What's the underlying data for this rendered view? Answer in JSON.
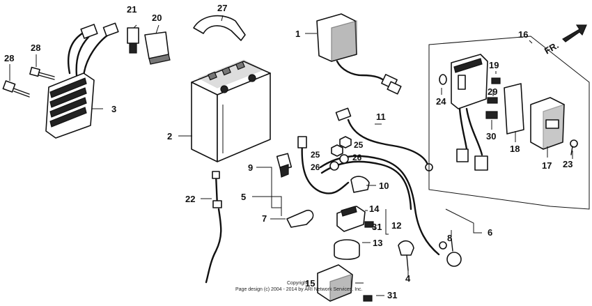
{
  "callouts": {
    "c1": "1",
    "c2": "2",
    "c3": "3",
    "c4": "4",
    "c5": "5",
    "c6": "6",
    "c7": "7",
    "c8": "8",
    "c9": "9",
    "c10": "10",
    "c11": "11",
    "c12": "12",
    "c13": "13",
    "c14": "14",
    "c15": "15",
    "c16": "16",
    "c17": "17",
    "c18": "18",
    "c19": "19",
    "c20": "20",
    "c21": "21",
    "c22": "22",
    "c23": "23",
    "c24": "24",
    "c25a": "25",
    "c25b": "25",
    "c26a": "26",
    "c26b": "26",
    "c27": "27",
    "c28a": "28",
    "c28b": "28",
    "c29": "29",
    "c30": "30",
    "c31a": "31",
    "c31b": "31"
  },
  "direction_label": "FR.",
  "copyright": {
    "line1": "Copyright",
    "line2": "Page design (c) 2004 - 2014 by ARI Network Services, Inc."
  }
}
